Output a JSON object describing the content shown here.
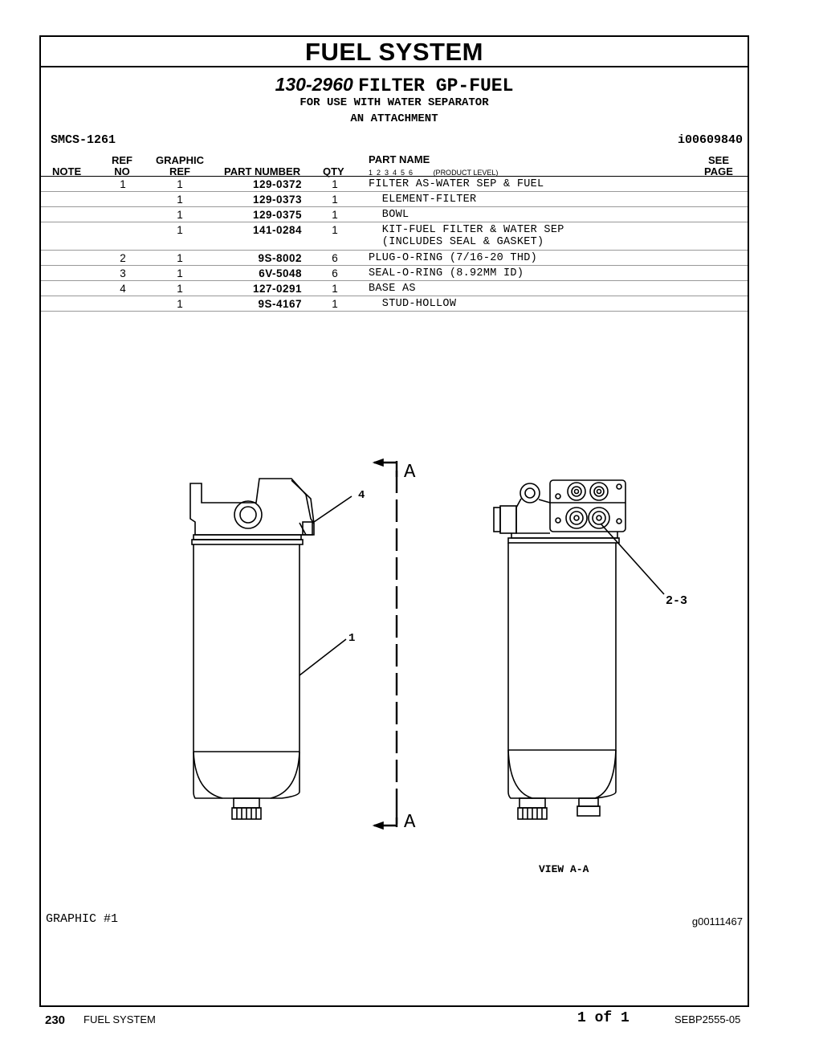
{
  "header": {
    "section_title": "FUEL SYSTEM",
    "group_number": "130-2960",
    "group_name": "FILTER GP-FUEL",
    "subtitle_1": "FOR USE WITH WATER SEPARATOR",
    "subtitle_2": "AN ATTACHMENT",
    "smcs": "SMCS-1261",
    "illustration_id": "i00609840"
  },
  "columns": {
    "note": "NOTE",
    "ref_top": "REF",
    "ref_bottom": "NO",
    "graphic_top": "GRAPHIC",
    "graphic_bottom": "REF",
    "part_number": "PART NUMBER",
    "qty": "QTY",
    "part_name": "PART NAME",
    "levels": "1  2  3  4  5  6",
    "product_level": "(PRODUCT LEVEL)",
    "see_top": "SEE",
    "see_bottom": "PAGE"
  },
  "rows": [
    {
      "ref": "1",
      "graphic": "1",
      "part_number": "129-0372",
      "qty": "1",
      "name": "FILTER AS-WATER SEP & FUEL"
    },
    {
      "ref": "",
      "graphic": "1",
      "part_number": "129-0373",
      "qty": "1",
      "name": "  ELEMENT-FILTER"
    },
    {
      "ref": "",
      "graphic": "1",
      "part_number": "129-0375",
      "qty": "1",
      "name": "  BOWL"
    },
    {
      "ref": "",
      "graphic": "1",
      "part_number": "141-0284",
      "qty": "1",
      "name": "  KIT-FUEL FILTER & WATER SEP",
      "name2": "  (INCLUDES SEAL & GASKET)"
    },
    {
      "ref": "2",
      "graphic": "1",
      "part_number": "9S-8002",
      "qty": "6",
      "name": "PLUG-O-RING (7/16-20 THD)"
    },
    {
      "ref": "3",
      "graphic": "1",
      "part_number": "6V-5048",
      "qty": "6",
      "name": "SEAL-O-RING (8.92MM ID)"
    },
    {
      "ref": "4",
      "graphic": "1",
      "part_number": "127-0291",
      "qty": "1",
      "name": "BASE AS"
    },
    {
      "ref": "",
      "graphic": "1",
      "part_number": "9S-4167",
      "qty": "1",
      "name": "  STUD-HOLLOW"
    }
  ],
  "drawing": {
    "callout_1": "1",
    "callout_4": "4",
    "callout_23": "2-3",
    "section_a_top": "A",
    "section_a_bottom": "A",
    "view_label": "VIEW A-A"
  },
  "graphic_label": "GRAPHIC #1",
  "graphic_number": "g00111467",
  "footer": {
    "page_number": "230",
    "section": "FUEL SYSTEM",
    "page_count": "1 of 1",
    "doc_number": "SEBP2555-05"
  }
}
